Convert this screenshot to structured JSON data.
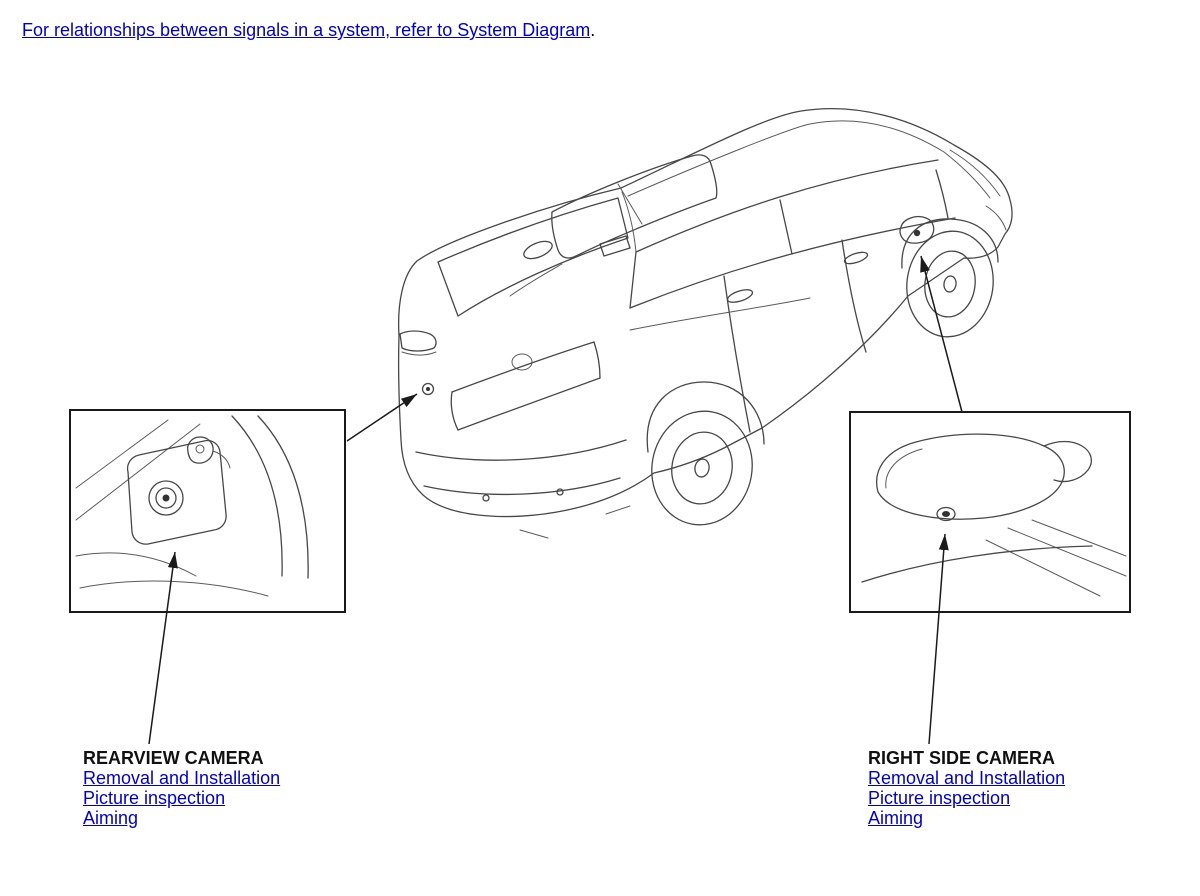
{
  "intro": {
    "link_text": "For relationships between signals in a system, refer to System Diagram",
    "suffix": "."
  },
  "colors": {
    "link_blue": "#0000cc",
    "line_art": "#474747",
    "annotation": "#1a1a1a"
  },
  "callouts": {
    "rearview": {
      "title": "REARVIEW CAMERA",
      "links": [
        "Removal and Installation",
        "Picture inspection",
        "Aiming"
      ]
    },
    "right_side": {
      "title": "RIGHT SIDE CAMERA",
      "links": [
        "Removal and Installation",
        "Picture inspection",
        "Aiming"
      ]
    }
  }
}
